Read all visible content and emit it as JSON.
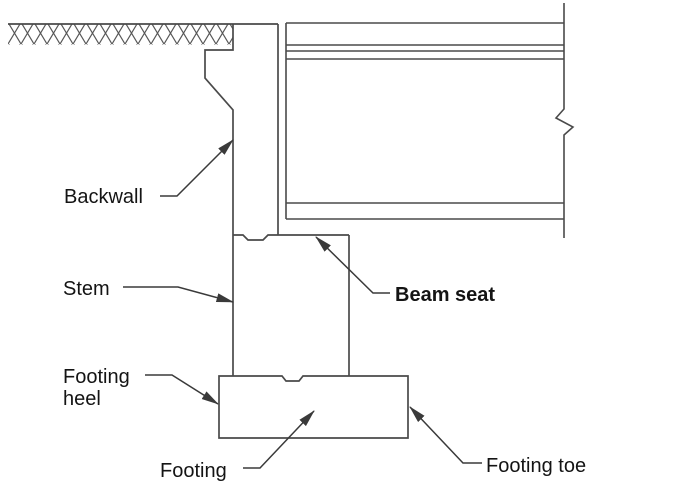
{
  "colors": {
    "background": "#ffffff",
    "structure_line": "#4a4a4a",
    "leader_line": "#3a3a3a",
    "label_text": "#141414"
  },
  "labels": {
    "backwall": "Backwall",
    "stem": "Stem",
    "footing_heel_line1": "Footing",
    "footing_heel_line2": "heel",
    "footing": "Footing",
    "footing_toe": "Footing toe",
    "beam_seat": "Beam seat"
  }
}
